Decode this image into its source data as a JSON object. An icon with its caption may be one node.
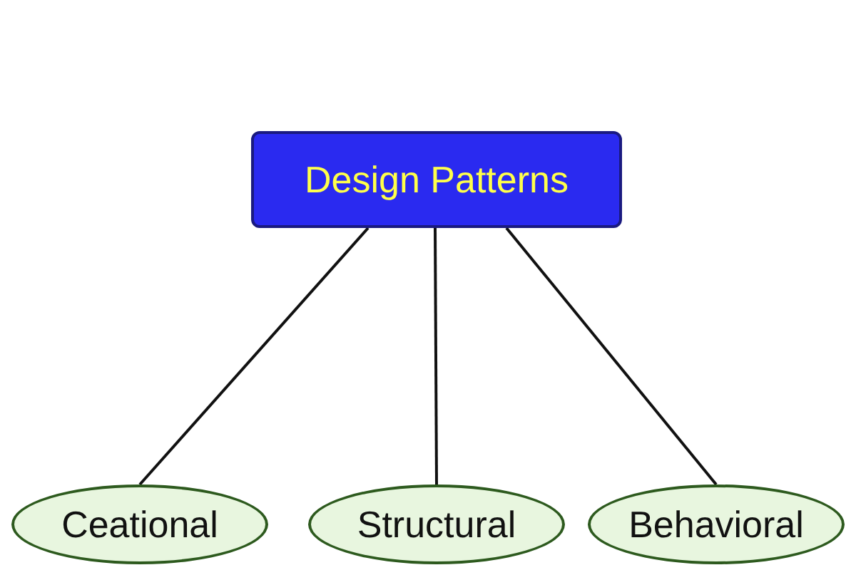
{
  "diagram": {
    "nodes": [
      {
        "text": [
          "Design Patterns"
        ]
      },
      {
        "text": [
          "Ceational"
        ]
      },
      {
        "text": [
          "Structural"
        ]
      },
      {
        "text": [
          "Behavioral"
        ]
      }
    ],
    "edges": [
      {
        "from": 0,
        "to": 1,
        "arrow": "none"
      },
      {
        "from": 0,
        "to": 2,
        "arrow": "none"
      },
      {
        "from": 0,
        "to": 3,
        "arrow": "none"
      }
    ]
  }
}
